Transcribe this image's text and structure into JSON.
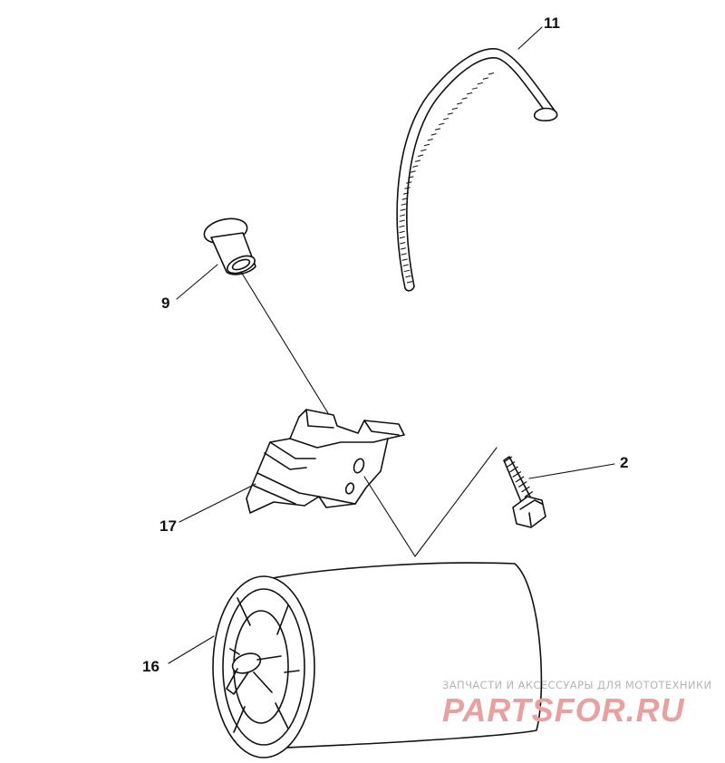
{
  "callouts": {
    "c11": "11",
    "c9": "9",
    "c2": "2",
    "c17": "17",
    "c16": "16"
  },
  "watermark": {
    "caption": "ЗАПЧАСТИ И АКСЕССУАРЫ ДЛЯ МОТОТЕХНИКИ",
    "logo_text": "PARTSFOR.RU",
    "logo_color": "#e8a0a0"
  },
  "colors": {
    "line": "#111111",
    "background": "#ffffff"
  }
}
